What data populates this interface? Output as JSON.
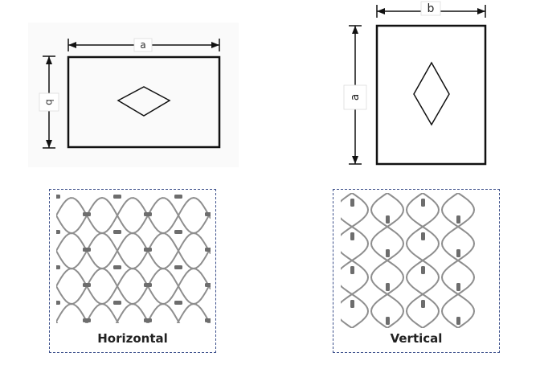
{
  "horizontal_diagram": {
    "width_label": "a",
    "height_label": "b"
  },
  "vertical_diagram": {
    "width_label": "b",
    "height_label": "a"
  },
  "horizontal_mesh": {
    "caption": "Horizontal"
  },
  "vertical_mesh": {
    "caption": "Vertical"
  },
  "colors": {
    "line": "#111111",
    "dashed_border": "#3b4f8a",
    "wire": "#8e8e8e",
    "ferrule": "#6d6d6d"
  }
}
